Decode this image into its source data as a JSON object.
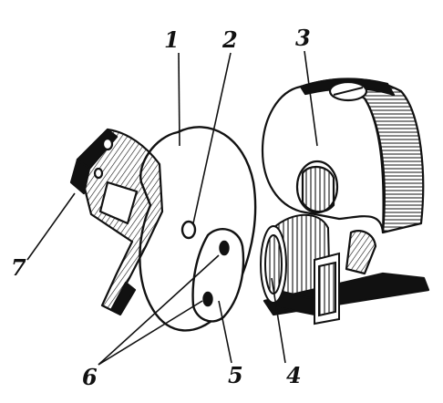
{
  "labels": {
    "l1": "1",
    "l2": "2",
    "l3": "3",
    "l4": "4",
    "l5": "5",
    "l6": "6",
    "l7": "7"
  },
  "colors": {
    "ink": "#111111",
    "paper": "#ffffff",
    "shade": "#cfcfcf"
  }
}
